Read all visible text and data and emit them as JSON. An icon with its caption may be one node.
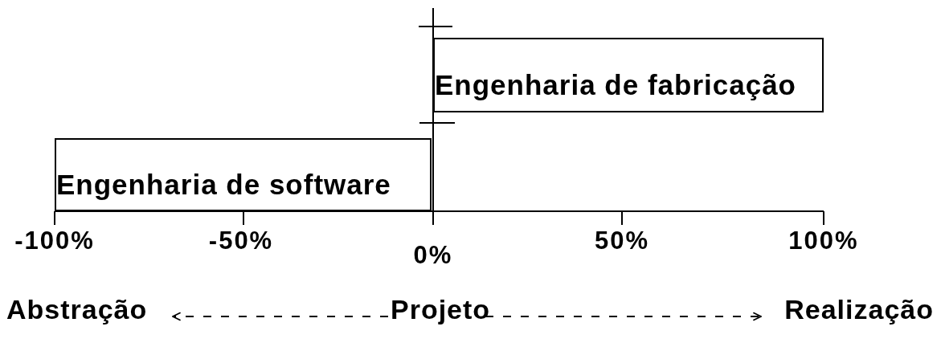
{
  "diagram": {
    "nodes": [
      {
        "text": [
          "Engenharia de software"
        ]
      },
      {
        "text": [
          "Engenharia de fabricação"
        ]
      },
      {
        "text": [
          "Abstração"
        ]
      },
      {
        "text": [
          "Projeto"
        ]
      },
      {
        "text": [
          "Realização"
        ]
      }
    ],
    "edges": [
      {
        "from": 3,
        "to": 2,
        "arrow": "to",
        "style": "dashed"
      },
      {
        "from": 3,
        "to": 4,
        "arrow": "to",
        "style": "dashed"
      }
    ],
    "labels": [
      "-100%",
      "-50%",
      "0%",
      "50%",
      "100%"
    ]
  }
}
